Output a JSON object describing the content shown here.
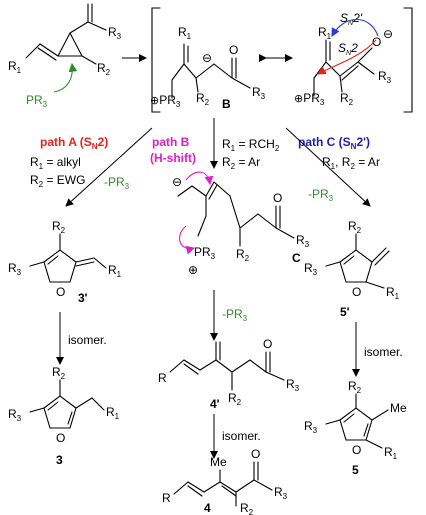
{
  "substrate": {
    "r1": "R",
    "r1_sub": "1",
    "r2": "R",
    "r2_sub": "2",
    "r3": "R",
    "r3_sub": "3",
    "reagent": "PR",
    "reagent_sub": "3"
  },
  "intermediate_b": {
    "label": "B",
    "r1": "R",
    "r1_sub": "1",
    "r2": "R",
    "r2_sub": "2",
    "r3": "R",
    "r3_sub": "3",
    "phos": "PR",
    "phos_sub": "3",
    "o": "O"
  },
  "resonance_b": {
    "r1": "R",
    "r1_sub": "1",
    "r2": "R",
    "r2_sub": "2",
    "r3": "R",
    "r3_sub": "3",
    "phos": "PR",
    "phos_sub": "3",
    "o": "O",
    "sn2p": "S",
    "sn2p_sub": "N",
    "sn2p_suffix": "2'",
    "sn2": "S",
    "sn2_sub": "N",
    "sn2_suffix": "2"
  },
  "path_a": {
    "title": "path A (S",
    "title_sub": "N",
    "title_suffix": "2)",
    "cond1": "R",
    "cond1_sub": "1",
    "cond1_rest": " = alkyl",
    "cond2": "R",
    "cond2_sub": "2",
    "cond2_rest": " = EWG",
    "elim": "-PR",
    "elim_sub": "3"
  },
  "path_b": {
    "title": "path B",
    "subtitle": "(H-shift)",
    "cond1": "R",
    "cond1_sub": "1",
    "cond1_rest": " = RCH",
    "cond1_sub2": "2",
    "cond2": "R",
    "cond2_sub": "2",
    "cond2_rest": " = Ar",
    "elim": "-PR",
    "elim_sub": "3",
    "isomer": "isomer."
  },
  "path_c": {
    "title": "path C (S",
    "title_sub": "N",
    "title_suffix": "2')",
    "cond1": "R",
    "cond1_sub": "1",
    "cond1_rest": ", R",
    "cond1_sub2": "2",
    "cond1_rest2": " = Ar",
    "elim": "-PR",
    "elim_sub": "3",
    "isomer": "isomer."
  },
  "compound_3p": {
    "label": "3'",
    "r1": "R",
    "r1_sub": "1",
    "r2": "R",
    "r2_sub": "2",
    "r3": "R",
    "r3_sub": "3",
    "o": "O"
  },
  "compound_3": {
    "label": "3",
    "r1": "R",
    "r1_sub": "1",
    "r2": "R",
    "r2_sub": "2",
    "r3": "R",
    "r3_sub": "3",
    "o": "O"
  },
  "path_a_isomer": "isomer.",
  "compound_c": {
    "label": "C",
    "r2": "R",
    "r2_sub": "2",
    "r3": "R",
    "r3_sub": "3",
    "phos": "PR",
    "phos_sub": "3",
    "o": "O"
  },
  "compound_4p": {
    "label": "4'",
    "r": "R",
    "r2": "R",
    "r2_sub": "2",
    "r3": "R",
    "r3_sub": "3",
    "o": "O"
  },
  "compound_4": {
    "label": "4",
    "r": "R",
    "me": "Me",
    "r2": "R",
    "r2_sub": "2",
    "r3": "R",
    "r3_sub": "3",
    "o": "O"
  },
  "compound_5p": {
    "label": "5'",
    "r1": "R",
    "r1_sub": "1",
    "r2": "R",
    "r2_sub": "2",
    "r3": "R",
    "r3_sub": "3",
    "o": "O"
  },
  "compound_5": {
    "label": "5",
    "r1": "R",
    "r1_sub": "1",
    "r2": "R",
    "r2_sub": "2",
    "r3": "R",
    "r3_sub": "3",
    "me": "Me",
    "o": "O"
  },
  "colors": {
    "path_a": "#e8231e",
    "path_b": "#e020c8",
    "path_c": "#1e1ea8",
    "phosphine": "#2e8b2e",
    "arrow_blue": "#2a3fd0",
    "arrow_red": "#e8231e",
    "arrow_pink": "#e020c8"
  }
}
